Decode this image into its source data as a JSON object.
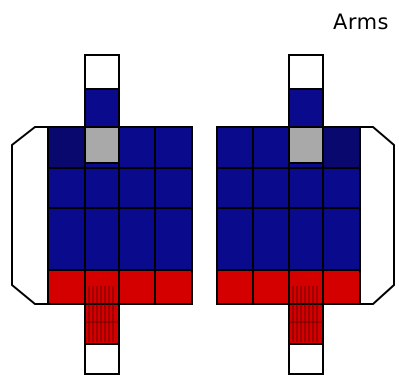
{
  "title": "Arms",
  "colors": {
    "navy": "#0a0a8c",
    "dark_navy": "#08086e",
    "red": "#d40000",
    "stripe": "#6a0000",
    "gray": "#a9a9a9",
    "white": "#ffffff",
    "outline": "#000000"
  },
  "arms": [
    {
      "side": "left"
    },
    {
      "side": "right"
    }
  ]
}
